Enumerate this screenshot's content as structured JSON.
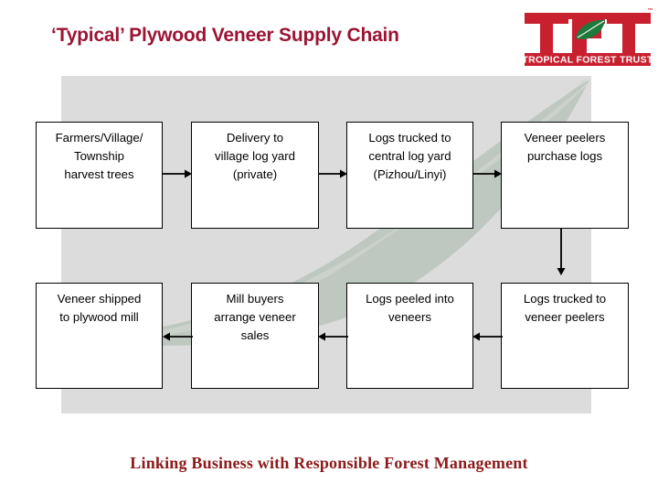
{
  "slide": {
    "title": "‘Typical’ Plywood Veneer Supply Chain",
    "footer_tagline": "Linking Business with Responsible Forest Management"
  },
  "logo": {
    "name": "tft-logo",
    "letters": "TFT",
    "wordmark": "TROPICAL FOREST TRUST",
    "trademark": "™",
    "leaf_icon": "leaf-icon",
    "red": "#C8202F",
    "green": "#1E7A3C"
  },
  "colors": {
    "title_maroon": "#9B1432",
    "footer_maroon": "#8C1A1A",
    "panel_gray": "#DCDCDC",
    "leaf_sage": "#BFC8C0",
    "leaf_vein": "#D5DBD6",
    "box_border": "#000000",
    "box_fill": "#FFFFFF"
  },
  "diagram": {
    "type": "flowchart",
    "rows": [
      {
        "row": 1,
        "direction": "left-to-right",
        "boxes": [
          {
            "id": "farmers",
            "lines": [
              "Farmers/Village/",
              "Township",
              "harvest trees"
            ]
          },
          {
            "id": "delivery",
            "lines": [
              "Delivery to",
              "village log yard",
              "(private)"
            ]
          },
          {
            "id": "central-yard",
            "lines": [
              "Logs trucked to",
              "central log yard",
              "(Pizhou/Linyi)"
            ]
          },
          {
            "id": "peelers-buy",
            "lines": [
              "Veneer peelers",
              "purchase logs"
            ]
          }
        ]
      },
      {
        "row": 2,
        "direction": "right-to-left",
        "boxes": [
          {
            "id": "shipped-mill",
            "lines": [
              "Veneer shipped",
              "to plywood mill"
            ]
          },
          {
            "id": "mill-buyers",
            "lines": [
              "Mill buyers",
              "arrange veneer",
              "sales"
            ]
          },
          {
            "id": "peeled",
            "lines": [
              "Logs peeled into",
              "veneers"
            ]
          },
          {
            "id": "trucked-peel",
            "lines": [
              "Logs trucked to",
              "veneer peelers"
            ]
          }
        ]
      }
    ],
    "connectors": [
      {
        "id": "farmers-to-delivery",
        "from": "farmers",
        "to": "delivery",
        "orientation": "horizontal",
        "direction": "right"
      },
      {
        "id": "delivery-to-central-yard",
        "from": "delivery",
        "to": "central-yard",
        "orientation": "horizontal",
        "direction": "right"
      },
      {
        "id": "central-yard-to-peelers-buy",
        "from": "central-yard",
        "to": "peelers-buy",
        "orientation": "horizontal",
        "direction": "right"
      },
      {
        "id": "peelers-buy-to-trucked-peel",
        "from": "peelers-buy",
        "to": "trucked-peel",
        "orientation": "vertical",
        "direction": "down"
      },
      {
        "id": "trucked-peel-to-peeled",
        "from": "trucked-peel",
        "to": "peeled",
        "orientation": "horizontal",
        "direction": "left"
      },
      {
        "id": "peeled-to-mill-buyers",
        "from": "peeled",
        "to": "mill-buyers",
        "orientation": "horizontal",
        "direction": "left"
      },
      {
        "id": "mill-buyers-to-shipped-mill",
        "from": "mill-buyers",
        "to": "shipped-mill",
        "orientation": "horizontal",
        "direction": "left"
      }
    ]
  }
}
